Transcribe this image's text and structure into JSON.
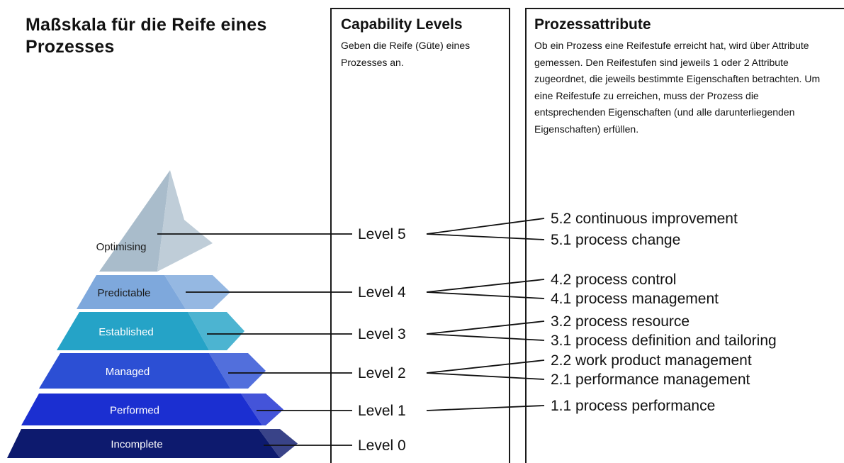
{
  "title": "Maßskala für die Reife eines Prozesses",
  "capability": {
    "heading": "Capability Levels",
    "description": "Geben die Reife (Güte) eines Prozesses an."
  },
  "attributes": {
    "heading": "Prozessattribute",
    "description": "Ob ein Prozess eine Reifestufe erreicht hat, wird über Attribute gemessen. Den Reifestufen sind jeweils 1 oder 2 Attribute zugeordnet, die jeweils bestimmte Eigenschaften betrachten. Um eine Reifestufe zu erreichen, muss der Prozess die entsprechenden Eigenschaften (und alle darunterliegenden Eigenschaften) erfüllen."
  },
  "colors": {
    "Incomplete": "#0d1a6e",
    "Performed": "#1b2fd1",
    "Managed": "#2c4fd4",
    "Established": "#25a3c7",
    "Predictable": "#7ea8dc",
    "Optimising": "#a9bccb"
  },
  "levels": [
    {
      "stage": "Incomplete",
      "label": "Level 0",
      "attributes": []
    },
    {
      "stage": "Performed",
      "label": "Level 1",
      "attributes": [
        "1.1 process performance"
      ]
    },
    {
      "stage": "Managed",
      "label": "Level 2",
      "attributes": [
        "2.2 work product management",
        "2.1 performance management"
      ]
    },
    {
      "stage": "Established",
      "label": "Level 3",
      "attributes": [
        "3.2 process resource",
        "3.1 process definition and tailoring"
      ]
    },
    {
      "stage": "Predictable",
      "label": "Level 4",
      "attributes": [
        "4.2 process control",
        "4.1 process management"
      ]
    },
    {
      "stage": "Optimising",
      "label": "Level 5",
      "attributes": [
        "5.2 continuous improvement",
        "5.1 process change"
      ]
    }
  ]
}
